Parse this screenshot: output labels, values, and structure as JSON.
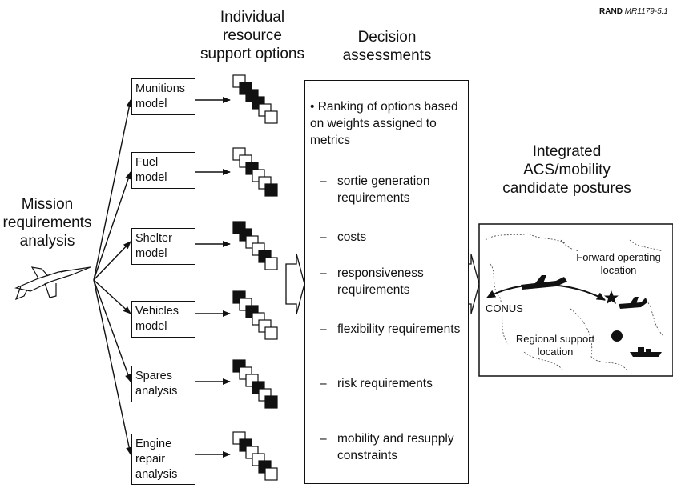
{
  "figure_code": {
    "org": "RAND",
    "number": "MR1179-5.1"
  },
  "headers": {
    "individual_line1": "Individual",
    "individual_line2": "resource",
    "individual_line3": "support options",
    "decision_line1": "Decision",
    "decision_line2": "assessments",
    "integrated_line1": "Integrated",
    "integrated_line2": "ACS/mobility",
    "integrated_line3": "candidate postures"
  },
  "mission": {
    "line1": "Mission",
    "line2": "requirements",
    "line3": "analysis"
  },
  "models": [
    {
      "line1": "Munitions",
      "line2": "model",
      "line3": ""
    },
    {
      "line1": "Fuel",
      "line2": "model",
      "line3": ""
    },
    {
      "line1": "Shelter",
      "line2": "model",
      "line3": ""
    },
    {
      "line1": "Vehicles",
      "line2": "model",
      "line3": ""
    },
    {
      "line1": "Spares",
      "line2": "analysis",
      "line3": ""
    },
    {
      "line1": "Engine",
      "line2": "repair",
      "line3": "analysis"
    }
  ],
  "option_stacks": [
    [
      "white",
      "black",
      "black",
      "black",
      "white",
      "white"
    ],
    [
      "white",
      "white",
      "black",
      "white",
      "white",
      "black"
    ],
    [
      "black",
      "black",
      "white",
      "white",
      "black",
      "white"
    ],
    [
      "black",
      "white",
      "black",
      "white",
      "white",
      "white"
    ],
    [
      "black",
      "white",
      "white",
      "black",
      "white",
      "black"
    ],
    [
      "white",
      "black",
      "white",
      "white",
      "black",
      "white"
    ]
  ],
  "assessment": {
    "bullet": "Ranking of options based on weights assigned to metrics",
    "items": [
      "sortie generation requirements",
      "costs",
      "responsiveness requirements",
      "flexibility requirements",
      "risk requirements",
      "mobility and resupply constraints"
    ]
  },
  "map": {
    "conus": "CONUS",
    "forward": "Forward operating location",
    "regional": "Regional support location"
  },
  "colors": {
    "ink": "#111111",
    "paper": "#ffffff"
  }
}
